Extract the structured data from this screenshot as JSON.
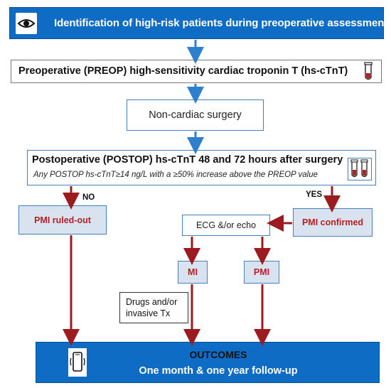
{
  "top": {
    "title": "Identification of high-risk patients during preoperative assessments"
  },
  "preop": {
    "title": "Preoperative (PREOP) high-sensitivity cardiac troponin T (hs-cTnT)"
  },
  "surgery": {
    "title": "Non-cardiac surgery"
  },
  "postop": {
    "title": "Postoperative (POSTOP) hs-cTnT 48 and 72 hours after surgery",
    "criteria": "Any POSTOP hs-cTnT≥14 ng/L with a ≥50% increase above the PREOP value"
  },
  "branches": {
    "no": "NO",
    "yes": "YES"
  },
  "ruled_out": "PMI ruled-out",
  "confirmed": "PMI confirmed",
  "ecg": "ECG &/or echo",
  "mi": "MI",
  "pmi": "PMI",
  "drugs": {
    "line1": "Drugs and/or",
    "line2": "invasive Tx"
  },
  "outcomes": {
    "title": "OUTCOMES",
    "subtitle": "One month & one year follow-up"
  },
  "colors": {
    "blue": "#0f6cc4",
    "dark_red": "#9b1b20",
    "arrow_blue": "#2f7fcf",
    "light_box": "#d9e3f0"
  },
  "icons": [
    "eye-icon",
    "test-tube-icon",
    "double-test-tube-icon",
    "smartphone-icon"
  ]
}
